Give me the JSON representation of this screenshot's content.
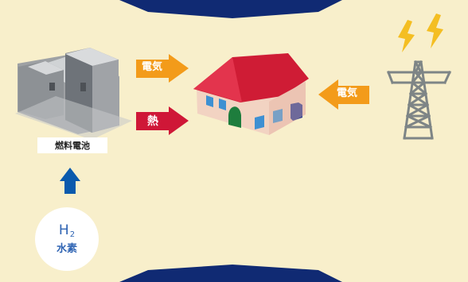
{
  "background_color": "#f8efcb",
  "accent_navy": "#102a73",
  "colors": {
    "electricity_arrow": "#f39b1a",
    "heat_arrow": "#cf1737",
    "hydrogen_arrow": "#0a5aad",
    "house_roof": "#cf1c35",
    "house_wall": "#f2d3c2",
    "door": "#1e7d3d",
    "lightning": "#f4be22",
    "tower": "#7e8586",
    "fuel_cell": "#a5a8ab"
  },
  "icons": {
    "fuel_cell": "fuel-cell-unit",
    "house": "house",
    "tower": "power-tower",
    "lightning": "lightning-bolt"
  },
  "labels": {
    "electricity_left": "電気",
    "heat": "熱",
    "electricity_right": "電気",
    "fuel_cell": "燃料電池",
    "hydrogen_symbol": "H",
    "hydrogen_subscript": "2",
    "hydrogen_name": "水素"
  }
}
